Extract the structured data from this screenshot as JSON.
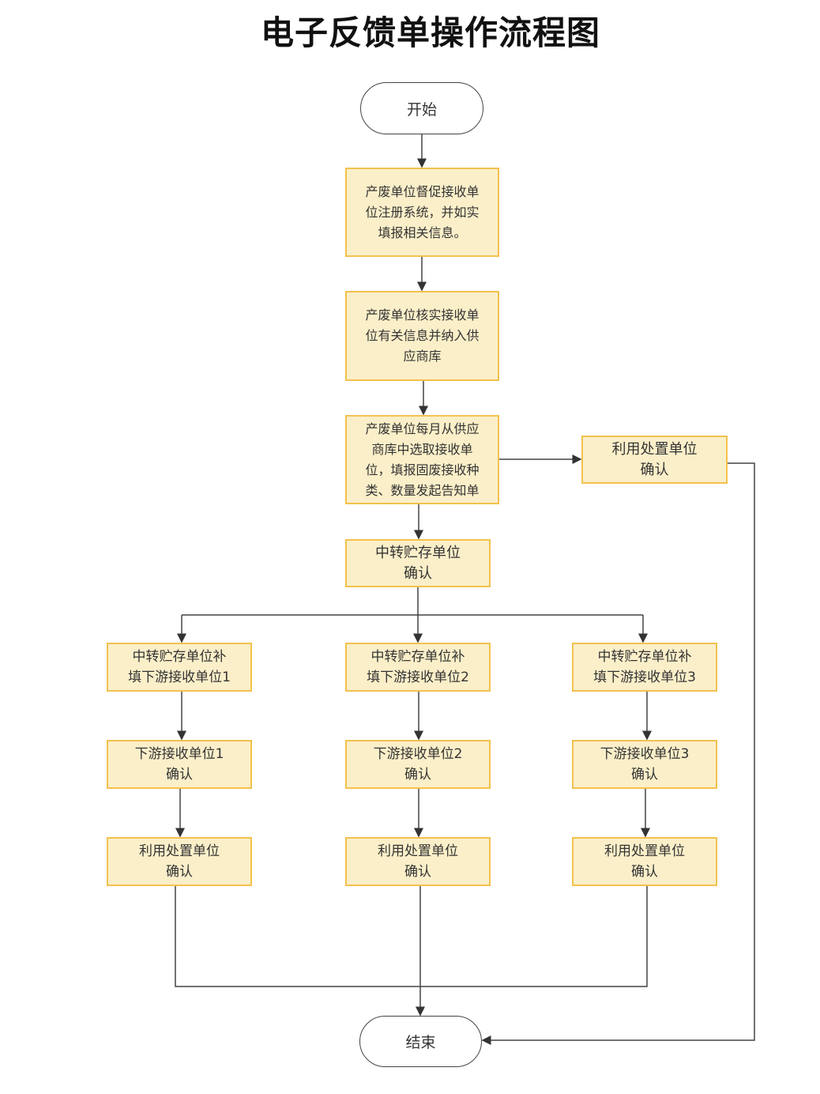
{
  "title": "电子反馈单操作流程图",
  "nodes": {
    "start": "开始",
    "step1": "产废单位督促接收单\n位注册系统，并如实\n填报相关信息。",
    "step2": "产废单位核实接收单\n位有关信息并纳入供\n应商库",
    "step3": "产废单位每月从供应\n商库中选取接收单\n位，填报固废接收种\n类、数量发起告知单",
    "direct_confirm": "利用处置单位\n确认",
    "transfer_confirm": "中转贮存单位\n确认",
    "fill1": "中转贮存单位补\n填下游接收单位1",
    "fill2": "中转贮存单位补\n填下游接收单位2",
    "fill3": "中转贮存单位补\n填下游接收单位3",
    "down1": "下游接收单位1\n确认",
    "down2": "下游接收单位2\n确认",
    "down3": "下游接收单位3\n确认",
    "use1": "利用处置单位\n确认",
    "use2": "利用处置单位\n确认",
    "use3": "利用处置单位\n确认",
    "end": "结束"
  },
  "colors": {
    "fill": "#fbefc9",
    "border": "#f2c14e",
    "line": "#444444"
  }
}
